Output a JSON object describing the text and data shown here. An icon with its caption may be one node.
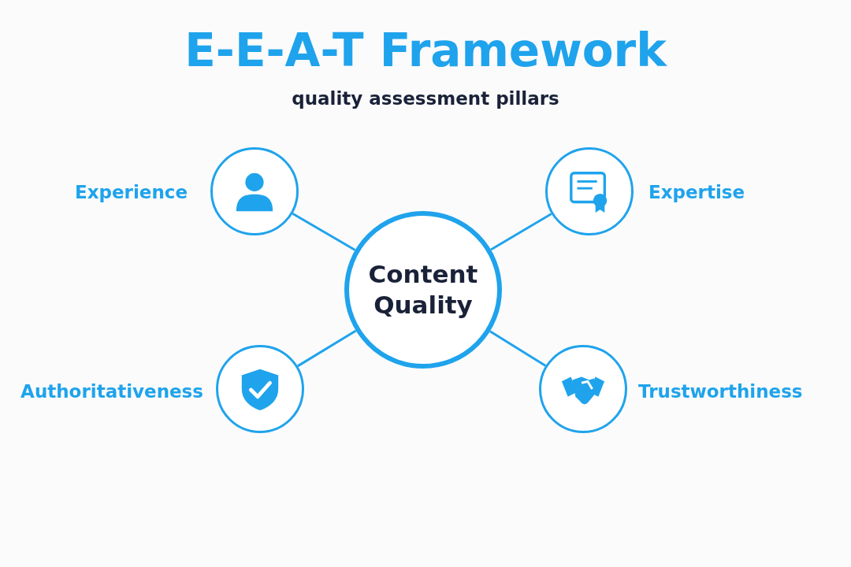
{
  "diagram": {
    "title": "E-E-A-T Framework",
    "caption": "quality assessment pillars",
    "nodes": [
      {
        "text": [],
        "shape": "circle",
        "beside": [
          "Experience"
        ]
      },
      {
        "text": [],
        "shape": "circle",
        "beside": [
          "Expertise"
        ]
      },
      {
        "text": [
          "Content Quality"
        ]
      },
      {
        "text": [],
        "shape": "circle",
        "beside": [
          "Authoritativeness"
        ]
      },
      {
        "text": [],
        "shape": "circle",
        "beside": [
          "Trustworthiness"
        ]
      }
    ],
    "edges": [
      {
        "from": 2,
        "to": 0,
        "arrow": "none"
      },
      {
        "from": 2,
        "to": 1,
        "arrow": "none"
      },
      {
        "from": 2,
        "to": 3,
        "arrow": "none"
      },
      {
        "from": 2,
        "to": 4,
        "arrow": "none"
      }
    ]
  }
}
